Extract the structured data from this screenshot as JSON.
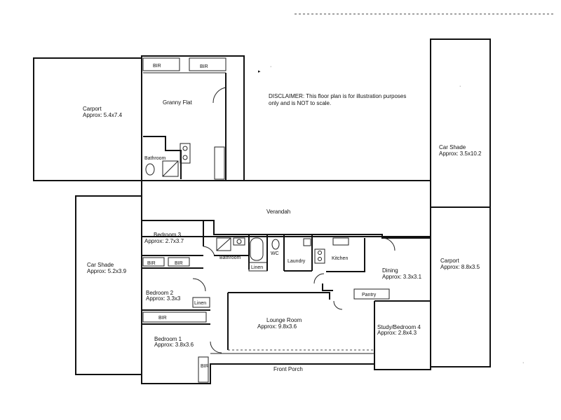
{
  "disclaimer": {
    "line1": "DISCLAIMER: This floor plan is for illustration purposes",
    "line2": "only and is NOT to scale."
  },
  "rooms": {
    "carport_left": {
      "name": "Carport",
      "size": "Approx: 5.4x7.4"
    },
    "granny_flat": {
      "name": "Granny Flat"
    },
    "bir_gf_1": {
      "name": "BIR"
    },
    "bir_gf_2": {
      "name": "BIR"
    },
    "bathroom_gf": {
      "name": "Bathroom"
    },
    "car_shade_right": {
      "name": "Car Shade",
      "size": "Approx: 3.5x10.2"
    },
    "verandah": {
      "name": "Verandah"
    },
    "car_shade_left": {
      "name": "Car Shade",
      "size": "Approx: 5.2x3.9"
    },
    "bedroom3": {
      "name": "Bedroom 3",
      "size": "Approx: 2.7x3.7"
    },
    "bir_b3a": {
      "name": "BIR"
    },
    "bir_b3b": {
      "name": "BIR"
    },
    "bathroom_main": {
      "name": "Bathroom"
    },
    "wc": {
      "name": "WC"
    },
    "linen_main": {
      "name": "Linen"
    },
    "laundry": {
      "name": "Laundry"
    },
    "kitchen": {
      "name": "Kitchen"
    },
    "dining": {
      "name": "Dining",
      "size": "Approx: 3.3x3.1"
    },
    "carport_right": {
      "name": "Carport",
      "size": "Approx: 8.8x3.5"
    },
    "pantry": {
      "name": "Pantry"
    },
    "bedroom2": {
      "name": "Bedroom 2",
      "size": "Approx: 3.3x3"
    },
    "linen_b2": {
      "name": "Linen"
    },
    "bir_b1top": {
      "name": "BIR"
    },
    "lounge": {
      "name": "Lounge Room",
      "size": "Approx: 9.8x3.6"
    },
    "study": {
      "name": "Study/Bedroom 4",
      "size": "Approx: 2.8x4.3"
    },
    "bedroom1": {
      "name": "Bedroom 1",
      "size": "Approx: 3.8x3.6"
    },
    "bir_b1": {
      "name": "BIR"
    },
    "front_porch": {
      "name": "Front Porch"
    }
  }
}
